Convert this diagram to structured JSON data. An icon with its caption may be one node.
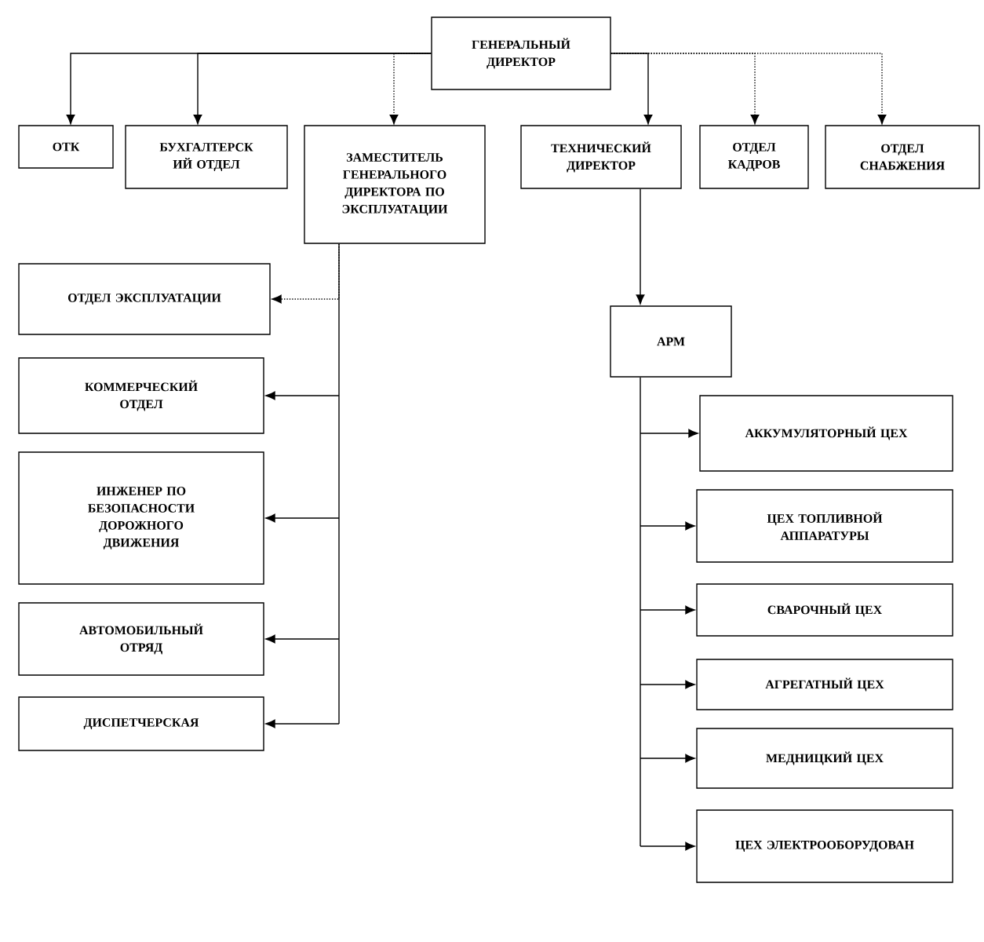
{
  "diagram": {
    "nodes": [
      {
        "text": [
          "ГЕНЕРАЛЬНЫЙ ДИРЕКТОР"
        ]
      },
      {
        "text": [
          "ОТК"
        ]
      },
      {
        "text": [
          "БУХГАЛТЕРСК ИЙ ОТДЕЛ"
        ]
      },
      {
        "text": [
          "ЗАМЕСТИТЕЛЬ ГЕНЕРАЛЬНОГО ДИРЕКТОРА ПО ЭКСПЛУАТАЦИИ"
        ]
      },
      {
        "text": [
          "ТЕХНИЧЕСКИЙ ДИРЕКТОР"
        ]
      },
      {
        "text": [
          "ОТДЕЛ КАДРОВ"
        ]
      },
      {
        "text": [
          "ОТДЕЛ СНАБЖЕНИЯ"
        ]
      },
      {
        "text": [
          "ОТДЕЛ ЭКСПЛУАТАЦИИ"
        ]
      },
      {
        "text": [
          "КОММЕРЧЕСКИЙ ОТДЕЛ"
        ]
      },
      {
        "text": [
          "ИНЖЕНЕР ПО БЕЗОПАСНОСТИ ДОРОЖНОГО ДВИЖЕНИЯ"
        ]
      },
      {
        "text": [
          "АВТОМОБИЛЬНЫЙ ОТРЯД"
        ]
      },
      {
        "text": [
          "ДИСПЕТЧЕРСКАЯ"
        ]
      },
      {
        "text": [
          "АРМ"
        ]
      },
      {
        "text": [
          "АККУМУЛЯТОРНЫЙ ЦЕХ"
        ]
      },
      {
        "text": [
          "ЦЕХ ТОПЛИВНОЙ АППАРАТУРЫ"
        ]
      },
      {
        "text": [
          "СВАРОЧНЫЙ ЦЕХ"
        ]
      },
      {
        "text": [
          "АГРЕГАТНЫЙ ЦЕХ"
        ]
      },
      {
        "text": [
          "МЕДНИЦКИЙ ЦЕХ"
        ]
      },
      {
        "text": [
          "ЦЕХ ЭЛЕКТРООБОРУДОВАН"
        ]
      }
    ],
    "edges": [
      {
        "from": 0,
        "to": 1,
        "arrow": "to"
      },
      {
        "from": 0,
        "to": 2,
        "arrow": "to"
      },
      {
        "from": 0,
        "to": 3,
        "arrow": "to",
        "style": "dashed"
      },
      {
        "from": 0,
        "to": 4,
        "arrow": "to"
      },
      {
        "from": 0,
        "to": 5,
        "arrow": "to",
        "style": "dashed"
      },
      {
        "from": 0,
        "to": 6,
        "arrow": "to",
        "style": "dashed"
      },
      {
        "from": 3,
        "to": 7,
        "arrow": "to",
        "style": "dashed"
      },
      {
        "from": 3,
        "to": 8,
        "arrow": "to"
      },
      {
        "from": 3,
        "to": 9,
        "arrow": "to"
      },
      {
        "from": 3,
        "to": 10,
        "arrow": "to"
      },
      {
        "from": 3,
        "to": 11,
        "arrow": "to"
      },
      {
        "from": 4,
        "to": 12,
        "arrow": "to"
      },
      {
        "from": 12,
        "to": 13,
        "arrow": "to"
      },
      {
        "from": 12,
        "to": 14,
        "arrow": "to"
      },
      {
        "from": 12,
        "to": 15,
        "arrow": "to"
      },
      {
        "from": 12,
        "to": 16,
        "arrow": "to"
      },
      {
        "from": 12,
        "to": 17,
        "arrow": "to"
      },
      {
        "from": 12,
        "to": 18,
        "arrow": "to"
      }
    ]
  }
}
